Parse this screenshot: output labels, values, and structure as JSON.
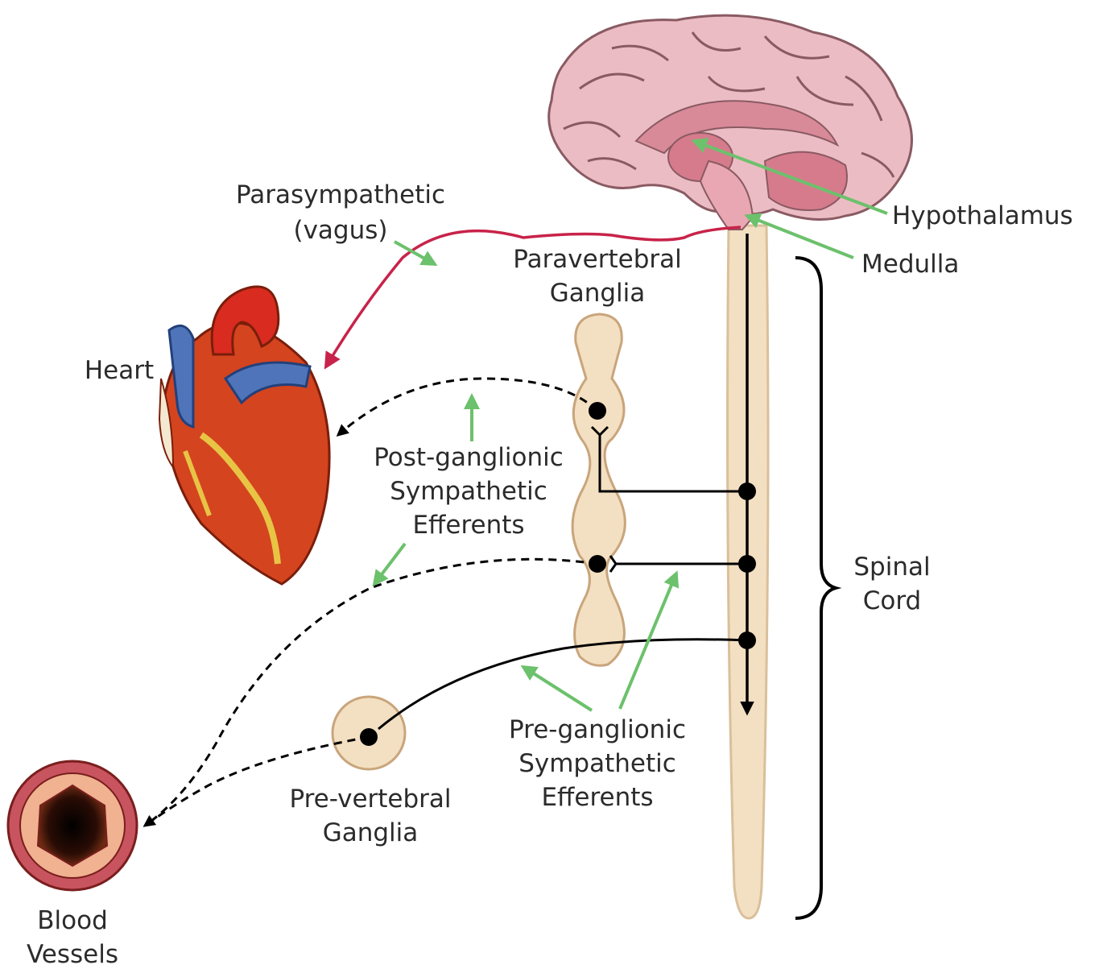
{
  "labels": {
    "parasympathetic": [
      "Parasympathetic",
      "(vagus)"
    ],
    "hypothalamus": "Hypothalamus",
    "medulla": "Medulla",
    "paravertebral_ganglia": [
      "Paravertebral",
      "Ganglia"
    ],
    "heart": "Heart",
    "post_ganglionic": [
      "Post-ganglionic",
      "Sympathetic",
      "Efferents"
    ],
    "spinal_cord": [
      "Spinal",
      "Cord"
    ],
    "pre_ganglionic": [
      "Pre-ganglionic",
      "Sympathetic",
      "Efferents"
    ],
    "pre_vertebral_ganglia": [
      "Pre-vertebral",
      "Ganglia"
    ],
    "blood_vessels": [
      "Blood",
      "Vessels"
    ]
  },
  "colors": {
    "annotation_arrow": "#6cc16c",
    "vagus_nerve": "#c8234a",
    "spinal_cord": "#f3dfc1",
    "neuron": "#000000",
    "text": "#2b2b2b"
  }
}
